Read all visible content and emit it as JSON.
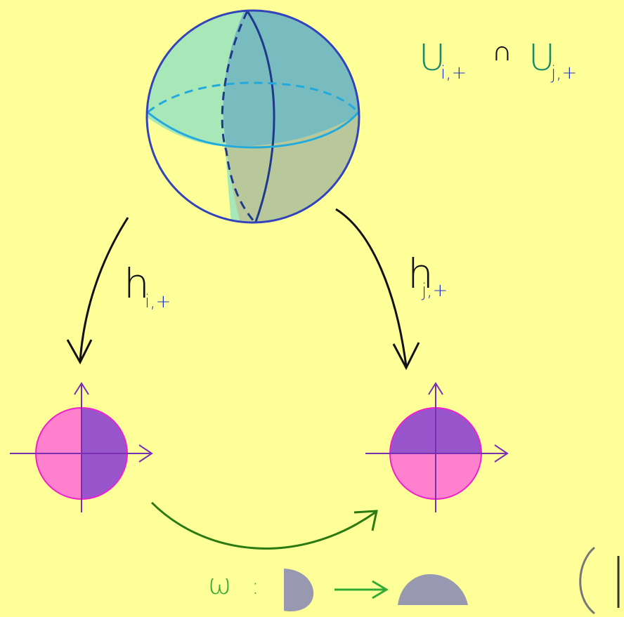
{
  "colors": {
    "background": "#ffff99",
    "sphere_outline": "#3344bb",
    "sphere_green": "#a8e8b8",
    "sphere_teal": "#78bcc0",
    "sphere_olive": "#b8c89a",
    "equator": "#22aadd",
    "arrow_black": "#111111",
    "arrow_green": "#2a7a10",
    "disk_pink": "#ff80cc",
    "disk_purple": "#9955cc",
    "axis_purple": "#7a2fb0",
    "label_teal": "#1a8a6a",
    "label_blue": "#2233cc",
    "shape_gray": "#9898b0",
    "omega_green": "#33aa33"
  },
  "top_label": {
    "main1": "U",
    "sub1": "i,+",
    "cap": "∩",
    "main2": "U",
    "sub2": "j,+"
  },
  "left_map": {
    "main": "h",
    "sub": "i,+"
  },
  "right_map": {
    "main": "h",
    "sub": "j,+"
  },
  "omega_label": {
    "symbol": "ω",
    "colon": ":"
  },
  "bottom_right_text": "( I"
}
